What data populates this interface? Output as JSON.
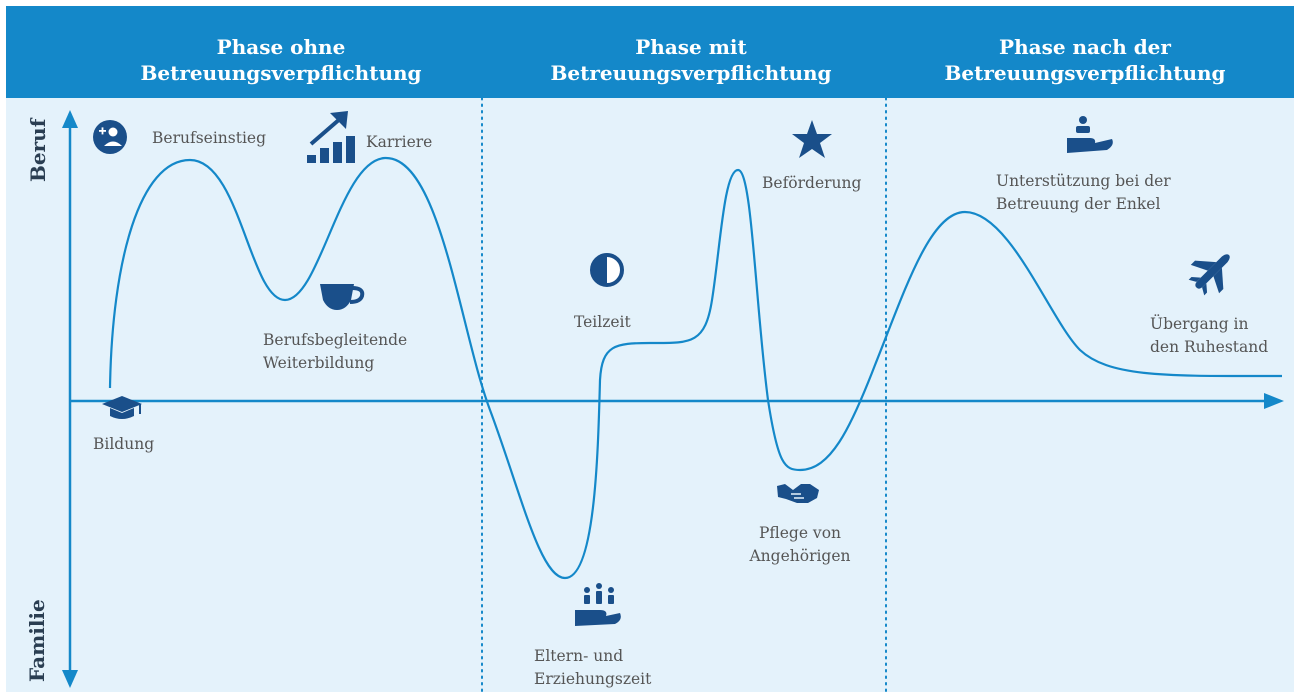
{
  "phases": [
    {
      "line1": "Phase ohne",
      "line2": "Betreuungsverpflichtung"
    },
    {
      "line1": "Phase mit",
      "line2": "Betreuungsverpflichtung"
    },
    {
      "line1": "Phase nach der",
      "line2": "Betreuungsverpflichtung"
    }
  ],
  "axis": {
    "top": "Beruf",
    "bottom": "Familie"
  },
  "milestones": {
    "bildung": "Bildung",
    "berufseinstieg": "Berufseinstieg",
    "karriere": "Karriere",
    "weiterbildung_1": "Berufsbegleitende",
    "weiterbildung_2": "Weiterbildung",
    "elternzeit_1": "Eltern- und",
    "elternzeit_2": "Erziehungszeit",
    "teilzeit": "Teilzeit",
    "befoerderung": "Beförderung",
    "pflege_1": "Pflege von",
    "pflege_2": "Angehörigen",
    "enkel_1": "Unterstützung bei der",
    "enkel_2": "Betreuung der Enkel",
    "ruhestand_1": "Übergang in",
    "ruhestand_2": "den Ruhestand"
  },
  "icons": [
    "graduation-cap-icon",
    "person-add-icon",
    "growth-chart-icon",
    "coffee-cup-icon",
    "family-hand-icon",
    "half-circle-icon",
    "star-icon",
    "handshake-icon",
    "hand-care-icon",
    "airplane-icon"
  ],
  "colors": {
    "header": "#1488c9",
    "background": "#e4f2fb",
    "line": "#1488c9",
    "icon": "#1a4f8a",
    "text": "#555555"
  }
}
